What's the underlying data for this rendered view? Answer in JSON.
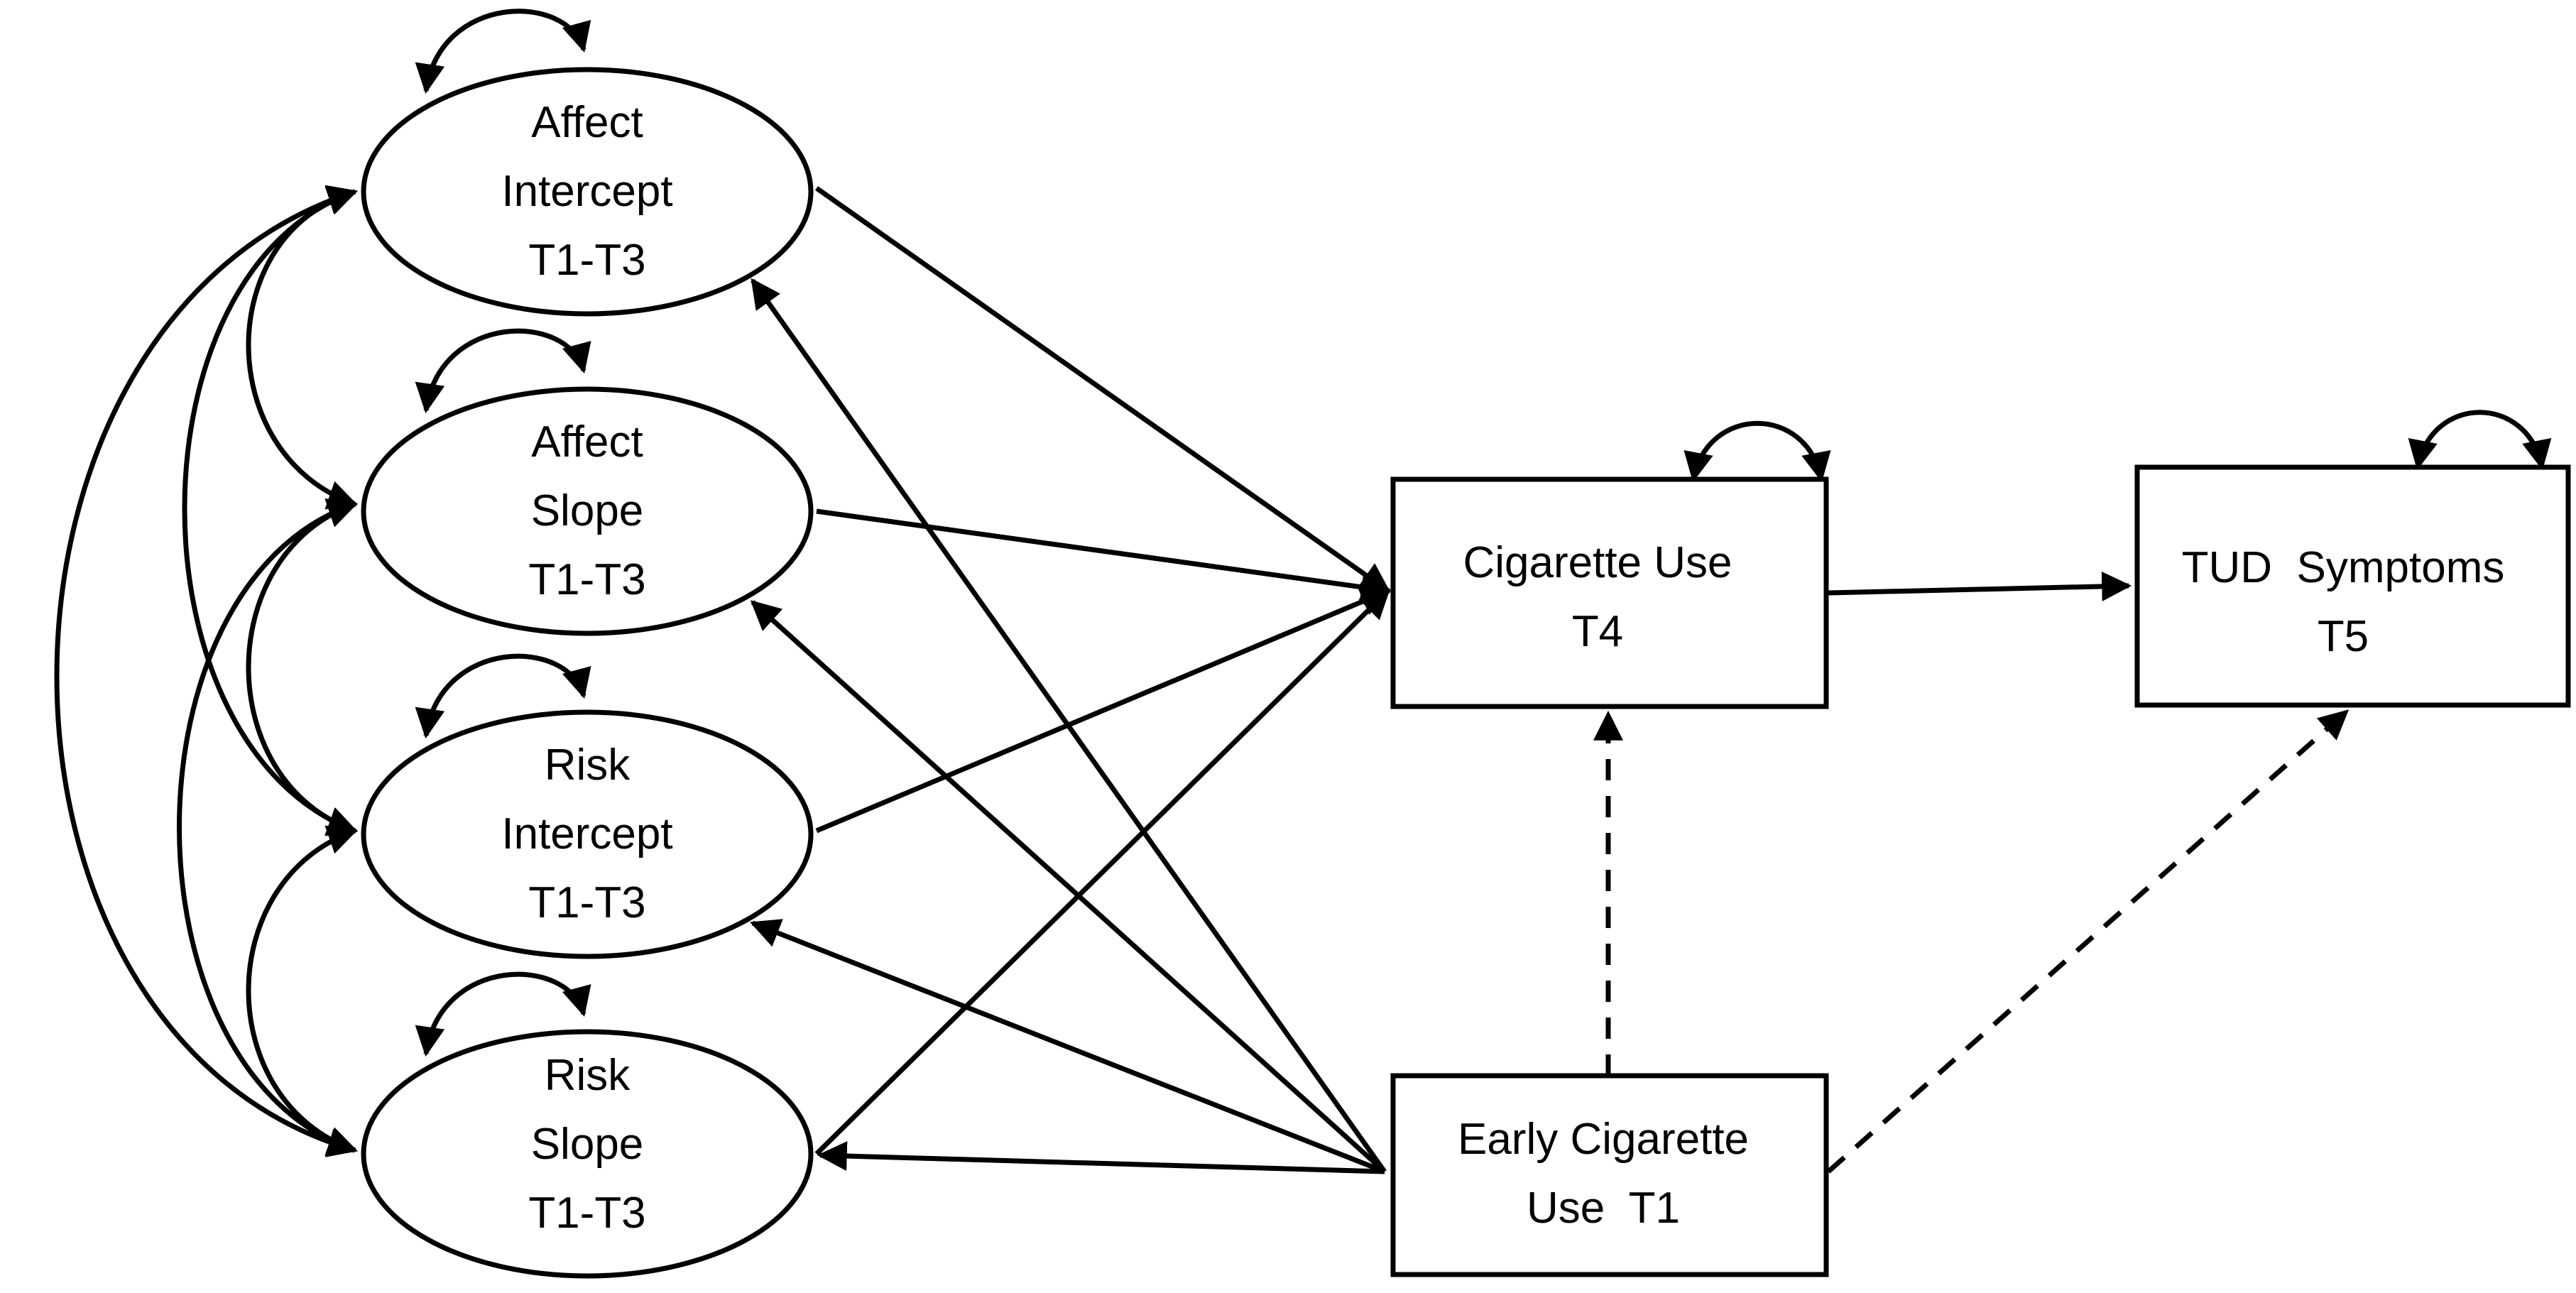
{
  "diagram": {
    "nodes": {
      "affect_intercept": [
        "Affect",
        "Intercept",
        "T1-T3"
      ],
      "affect_slope": [
        "Affect",
        "Slope",
        "T1-T3"
      ],
      "risk_intercept": [
        "Risk",
        "Intercept",
        "T1-T3"
      ],
      "risk_slope": [
        "Risk",
        "Slope",
        "T1-T3"
      ],
      "cigarette_use_t4": [
        "Cigarette Use",
        "T4"
      ],
      "tud_symptoms_t5": [
        "TUD  Symptoms",
        "T5"
      ],
      "early_cigarette_use_t1": [
        "Early Cigarette",
        "Use  T1"
      ]
    },
    "paths": [
      {
        "from": "Affect Intercept T1-T3",
        "to": "Cigarette Use T4",
        "style": "solid"
      },
      {
        "from": "Affect Slope T1-T3",
        "to": "Cigarette Use T4",
        "style": "solid"
      },
      {
        "from": "Risk Intercept T1-T3",
        "to": "Cigarette Use T4",
        "style": "solid"
      },
      {
        "from": "Risk Slope T1-T3",
        "to": "Cigarette Use T4",
        "style": "solid"
      },
      {
        "from": "Cigarette Use T4",
        "to": "TUD Symptoms T5",
        "style": "solid"
      },
      {
        "from": "Early Cigarette Use T1",
        "to": "Affect Intercept T1-T3",
        "style": "solid"
      },
      {
        "from": "Early Cigarette Use T1",
        "to": "Affect Slope T1-T3",
        "style": "solid"
      },
      {
        "from": "Early Cigarette Use T1",
        "to": "Risk Intercept T1-T3",
        "style": "solid"
      },
      {
        "from": "Early Cigarette Use T1",
        "to": "Risk Slope T1-T3",
        "style": "solid"
      },
      {
        "from": "Early Cigarette Use T1",
        "to": "Cigarette Use T4",
        "style": "dashed"
      },
      {
        "from": "Early Cigarette Use T1",
        "to": "TUD Symptoms T5",
        "style": "dashed"
      }
    ]
  }
}
